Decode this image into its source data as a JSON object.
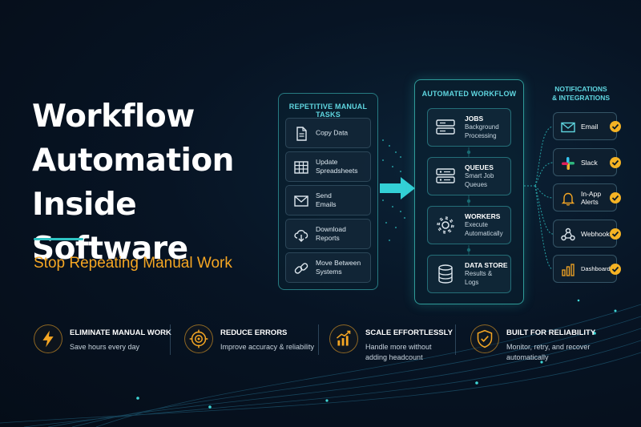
{
  "hero": {
    "title_line1": "Workflow",
    "title_line2": "Automation",
    "title_line3": "Inside Software",
    "subtitle": "Stop Repeating Manual Work"
  },
  "manual_tasks": {
    "heading": "REPETITIVE MANUAL TASKS",
    "items": [
      {
        "label": "Copy Data",
        "icon": "document-icon"
      },
      {
        "label": "Update\nSpreadsheets",
        "icon": "spreadsheet-icon"
      },
      {
        "label": "Send\nEmails",
        "icon": "envelope-icon"
      },
      {
        "label": "Download\nReports",
        "icon": "cloud-download-icon"
      },
      {
        "label": "Move Between\nSystems",
        "icon": "link-icon"
      }
    ]
  },
  "workflow": {
    "heading": "AUTOMATED WORKFLOW",
    "items": [
      {
        "title": "JOBS",
        "sub": "Background\nProcessing",
        "icon": "server-icon"
      },
      {
        "title": "QUEUES",
        "sub": "Smart Job\nQueues",
        "icon": "queue-icon"
      },
      {
        "title": "WORKERS",
        "sub": "Execute\nAutomatically",
        "icon": "gear-icon"
      },
      {
        "title": "DATA STORE",
        "sub": "Results &\nLogs",
        "icon": "database-icon"
      }
    ]
  },
  "notifications": {
    "heading_line1": "NOTIFICATIONS",
    "heading_line2": "& INTEGRATIONS",
    "items": [
      {
        "label": "Email",
        "icon": "envelope-icon"
      },
      {
        "label": "Slack",
        "icon": "slack-icon"
      },
      {
        "label": "In-App\nAlerts",
        "icon": "bell-icon"
      },
      {
        "label": "Webhooks",
        "icon": "webhook-icon"
      },
      {
        "label": "Dashboards",
        "icon": "bar-chart-icon"
      }
    ]
  },
  "features": [
    {
      "title": "ELIMINATE MANUAL WORK",
      "desc": "Save hours every day",
      "icon": "lightning-icon"
    },
    {
      "title": "REDUCE ERRORS",
      "desc": "Improve accuracy & reliability",
      "icon": "target-icon"
    },
    {
      "title": "SCALE EFFORTLESSLY",
      "desc": "Handle more without\nadding headcount",
      "icon": "growth-chart-icon"
    },
    {
      "title": "BUILT FOR RELIABILITY",
      "desc": "Monitor, retry, and recover\nautomatically",
      "icon": "shield-check-icon"
    }
  ],
  "colors": {
    "accent_teal": "#2ec4c4",
    "accent_orange": "#f5a623",
    "background": "#071424"
  }
}
